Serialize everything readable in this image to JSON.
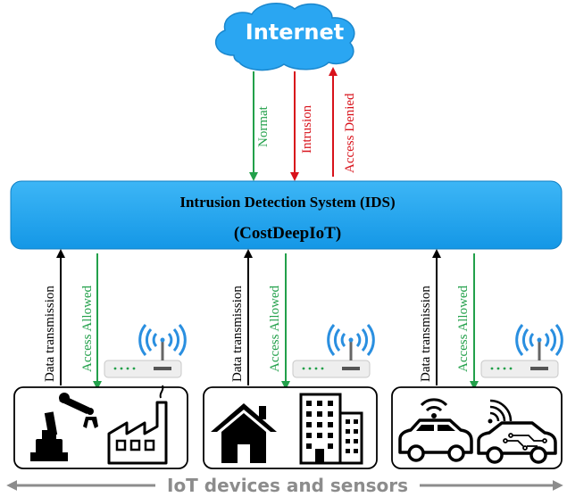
{
  "cloud": {
    "label": "Internet"
  },
  "top_arrows": {
    "normal": "Normat",
    "intrusion": "Intrusion",
    "denied": "Access Denied"
  },
  "ids": {
    "title": "Intrusion Detection System (IDS)",
    "subtitle": "(CostDeepIoT)"
  },
  "groups": [
    {
      "name": "industrial",
      "up_label": "Data transmission",
      "down_label": "Access Allowed"
    },
    {
      "name": "home",
      "up_label": "Data transmission",
      "down_label": "Access Allowed"
    },
    {
      "name": "vehicles",
      "up_label": "Data transmission",
      "down_label": "Access Allowed"
    }
  ],
  "footer": {
    "label": "IoT devices and sensors"
  },
  "colors": {
    "green": "#22a04a",
    "red": "#d8121b",
    "black": "#000000",
    "ids_fill": "#1ea3f0",
    "cloud_fill": "#2aa6f2",
    "wifi": "#2a8fe0",
    "gray_arrow": "#8c8c8c"
  },
  "icons": [
    "cloud-icon",
    "wifi-router-icon",
    "robot-arm-icon",
    "factory-icon",
    "house-icon",
    "building-icon",
    "wifi-icon",
    "car-icon",
    "smart-car-icon"
  ]
}
